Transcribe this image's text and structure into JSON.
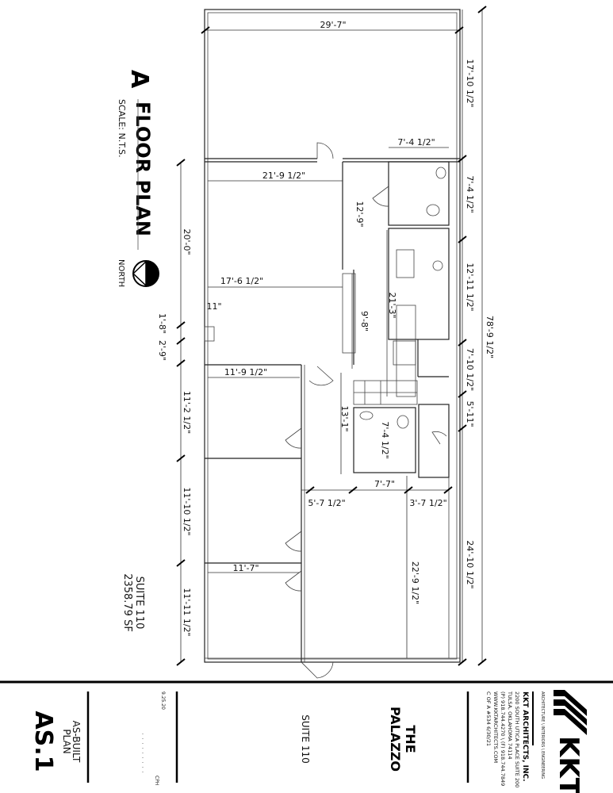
{
  "drawing": {
    "title_letter": "A",
    "title": "FLOOR PLAN",
    "scale": "SCALE: N.T.S.",
    "north": "NORTH",
    "suite_label": "SUITE 110",
    "suite_area": "2358.79 SF"
  },
  "dimensions": {
    "top_width": "29'-7\"",
    "right_1": "17'-10 1/2\"",
    "restroom_width": "7'-4 1/2\"",
    "right_2": "7'-4 1/2\"",
    "room_width_1": "21'-9 1/2\"",
    "corridor_1": "12'-9\"",
    "right_3": "12'-11 1/2\"",
    "left_1": "20'-0\"",
    "room_width_2": "17'-6 1/2\"",
    "kitchen": "21'-3\"",
    "counter": "9'-8\"",
    "column": "11\"",
    "left_2": "1'-8\"",
    "left_3": "2'-9\"",
    "right_4": "7'-10 1/2\"",
    "room_width_3": "11'-9 1/2\"",
    "corridor_2": "13'-1\"",
    "left_4": "11'-2 1/2\"",
    "right_5": "5'-11\"",
    "restroom_2": "7'-4 1/2\"",
    "restroom_width_2": "7'-7\"",
    "hall_left": "5'-7 1/2\"",
    "hall_right": "3'-7 1/2\"",
    "left_5": "11'-10 1/2\"",
    "right_6": "24'-10 1/2\"",
    "open_area": "22'-9 1/2\"",
    "room_width_4": "11'-7\"",
    "left_6": "11'-11 1/2\"",
    "overall": "78'-9 1/2\""
  },
  "title_block": {
    "logo": "KKT",
    "logo_tagline": "ARCHITECTURE \\ INTERIORS \\ ENGINEERING",
    "firm": "KKT ARCHITECTS, INC.",
    "address_1": "2200 SOUTH UTICA PLACE SUITE 200",
    "address_2": "TULSA, OKLAHOMA 74114",
    "phone": "(P) 918.744.4270 \\ (F) 918.744.7849",
    "web": "WWW.KKTARCHITECTS.COM",
    "coa": "C OF A #534 6/30/21",
    "project_line1": "THE",
    "project_line2": "PALAZZO",
    "suite": "SUITE 110",
    "date": "9.25.20",
    "drawn_by": "CPH",
    "sheet_title_1": "AS-BUILT",
    "sheet_title_2": "PLAN",
    "sheet_number": "AS.1"
  }
}
